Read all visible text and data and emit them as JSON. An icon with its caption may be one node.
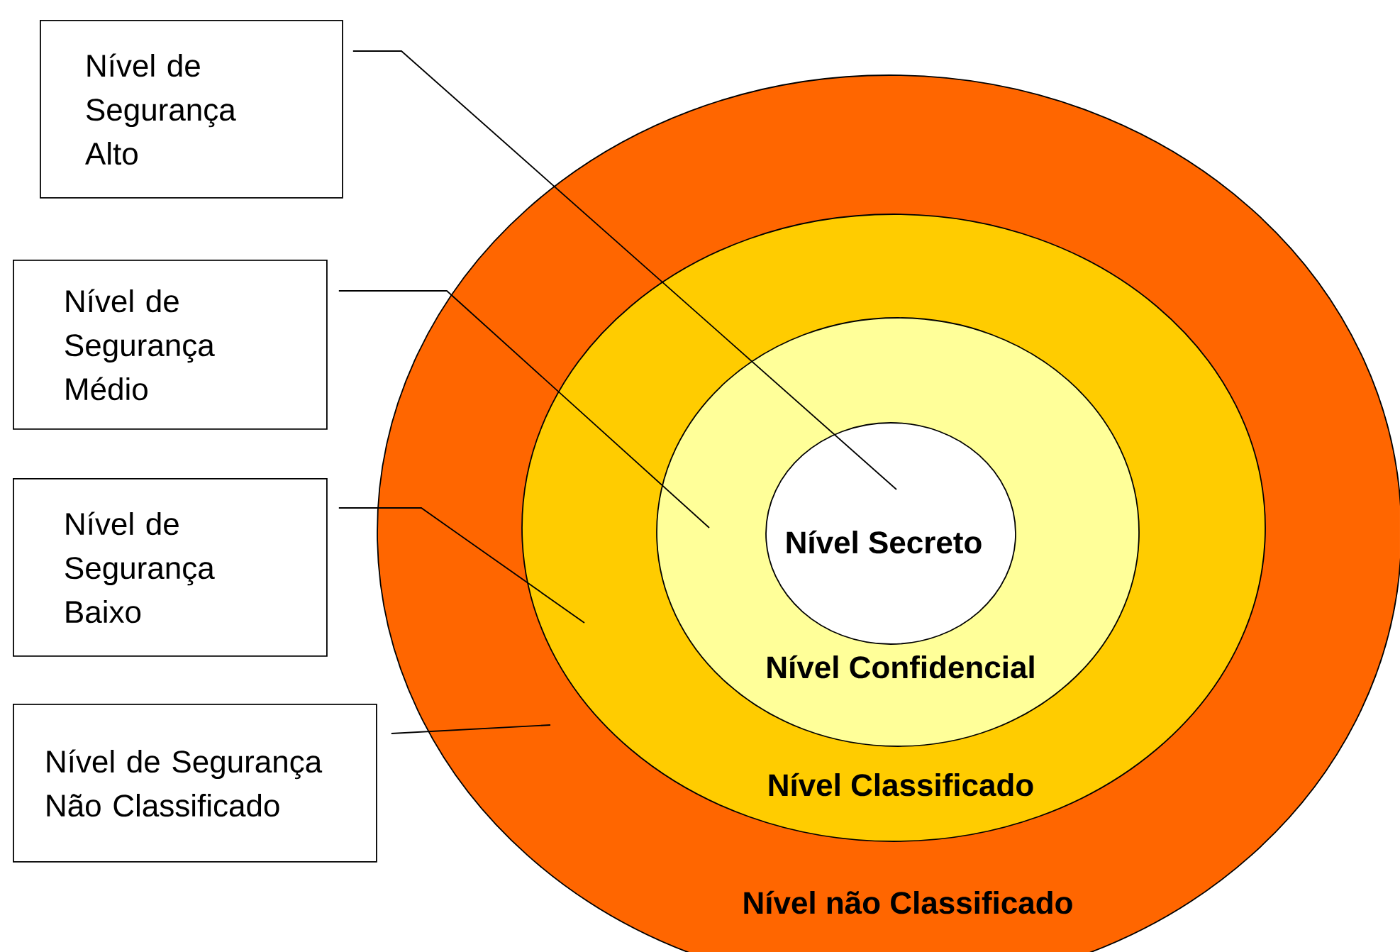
{
  "diagram": {
    "nodes": [
      {
        "text": [
          "Nível de Segurança Alto"
        ]
      },
      {
        "text": [
          "Nível de Segurança Médio"
        ]
      },
      {
        "text": [
          "Nível de Segurança Baixo"
        ]
      },
      {
        "text": [
          "Nível de Segurança Não Classificado"
        ]
      },
      {
        "text": [
          "Nível não Classificado"
        ]
      },
      {
        "text": [
          "Nível Classificado"
        ],
        "in": 4
      },
      {
        "text": [
          "Nível Confidencial"
        ],
        "in": 5
      },
      {
        "text": [
          "Nível Secreto"
        ],
        "in": 6
      }
    ],
    "edges": [
      {
        "from": 0,
        "to": 7,
        "arrow": "none"
      },
      {
        "from": 1,
        "to": 6,
        "arrow": "none"
      },
      {
        "from": 2,
        "to": 5,
        "arrow": "none"
      },
      {
        "from": 3,
        "to": 4,
        "arrow": "none"
      }
    ]
  }
}
